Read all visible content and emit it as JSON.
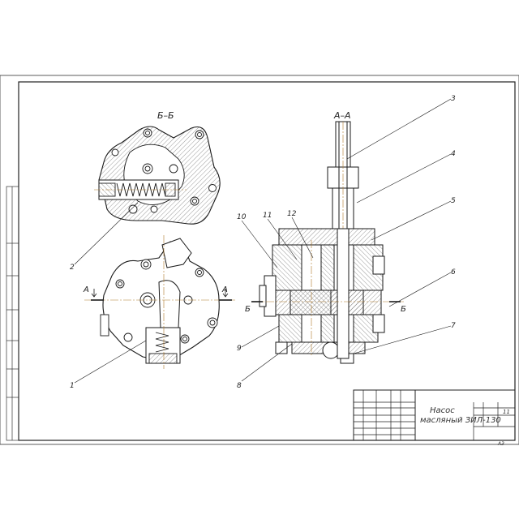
{
  "sections": {
    "top_left": "Б–Б",
    "top_right": "А–А"
  },
  "cut_marks": {
    "a": "А",
    "b": "Б"
  },
  "callouts": [
    "1",
    "2",
    "3",
    "4",
    "5",
    "6",
    "7",
    "8",
    "9",
    "10",
    "11",
    "12"
  ],
  "title_block": {
    "title_line1": "Насос",
    "title_line2": "масляный ЗИЛ-130",
    "sheet_count": "11",
    "format": "А3"
  },
  "colors": {
    "line": "#1a1a1a",
    "hatch": "#555555",
    "axis": "#b07a2a",
    "accent": "#1f8a8a"
  }
}
